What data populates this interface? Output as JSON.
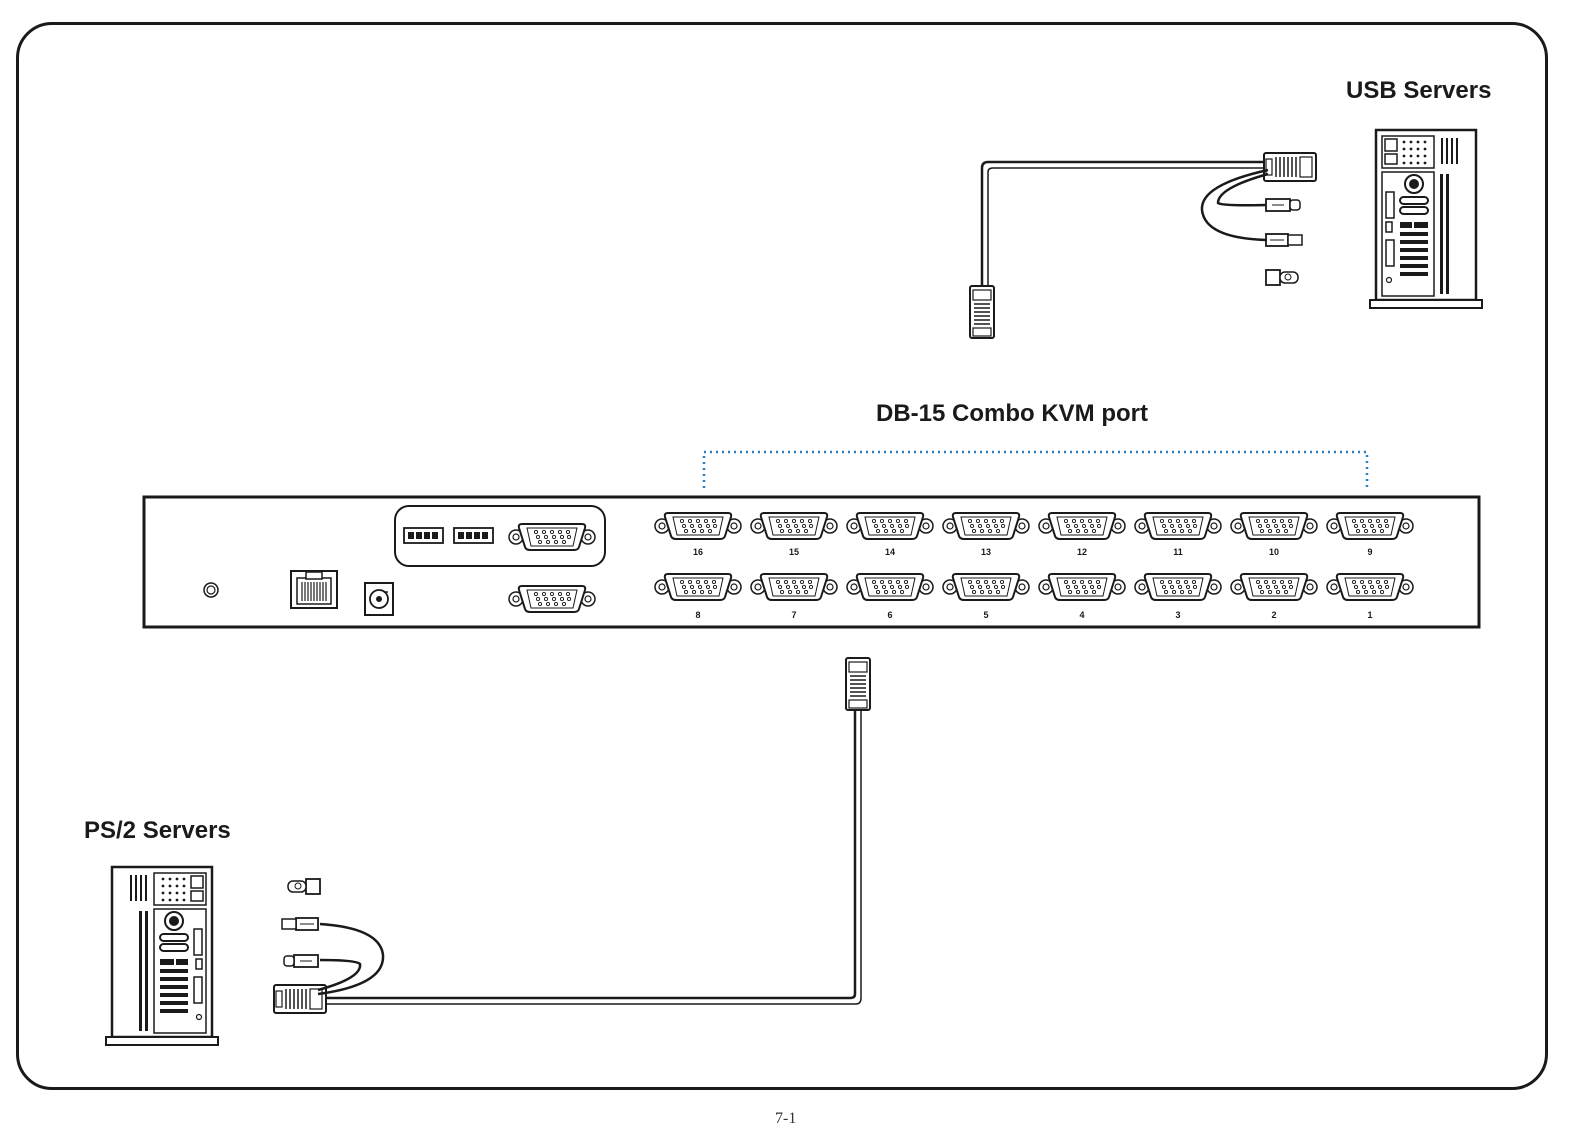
{
  "labels": {
    "usb_servers": "USB Servers",
    "db15_port": "DB-15 Combo KVM port",
    "ps2_servers": "PS/2 Servers",
    "page_number": "7-1"
  },
  "ports": {
    "top_row": [
      "16",
      "15",
      "14",
      "13",
      "12",
      "11",
      "10",
      "9"
    ],
    "bottom_row": [
      "8",
      "7",
      "6",
      "5",
      "4",
      "3",
      "2",
      "1"
    ]
  },
  "colors": {
    "line": "#1a1a1a",
    "dotted_bracket": "#2a7fc1"
  }
}
